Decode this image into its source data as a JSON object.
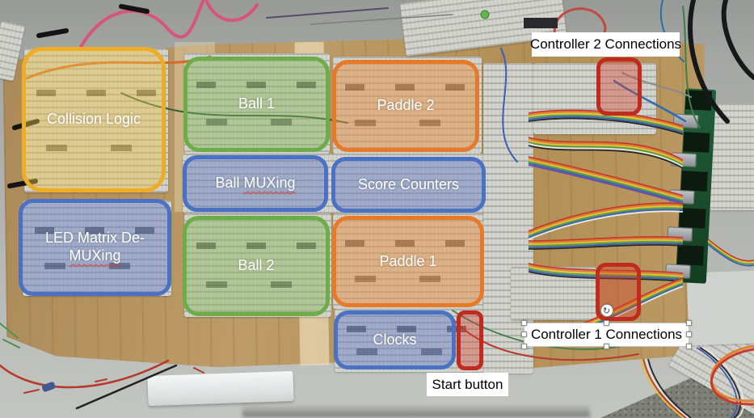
{
  "slide": {
    "regions": {
      "collision_logic": {
        "label": "Collision Logic",
        "color": "#EDAD25"
      },
      "ball_1": {
        "label": "Ball 1",
        "color": "#6CAC49"
      },
      "paddle_2": {
        "label": "Paddle 2",
        "color": "#E67A28"
      },
      "ball_muxing": {
        "label": "Ball MUXing",
        "prefix": "Ball",
        "misspelled": "MUXing",
        "color": "#4A71C3"
      },
      "score_counters": {
        "label": "Score Counters",
        "color": "#4A71C3"
      },
      "led_matrix_demuxing": {
        "label": "LED Matrix De-MUXing",
        "line1": "LED Matrix De-",
        "line2": "MUXing",
        "color": "#4A71C3"
      },
      "ball_2": {
        "label": "Ball 2",
        "color": "#6CAC49"
      },
      "paddle_1": {
        "label": "Paddle 1",
        "color": "#E67A28"
      },
      "clocks": {
        "label": "Clocks",
        "color": "#4A71C3"
      }
    },
    "highlights": {
      "controller_2_area": {
        "color": "#BF2B1F"
      },
      "controller_1_area": {
        "color": "#BF2B1F"
      },
      "start_button_area": {
        "color": "#BF2B1F"
      }
    },
    "callouts": {
      "controller_2": {
        "label": "Controller 2 Connections"
      },
      "controller_1": {
        "label": "Controller 1 Connections",
        "selected": true
      },
      "start_button": {
        "label": "Start button"
      }
    },
    "icons": {
      "rotation_handle": "↻"
    }
  }
}
